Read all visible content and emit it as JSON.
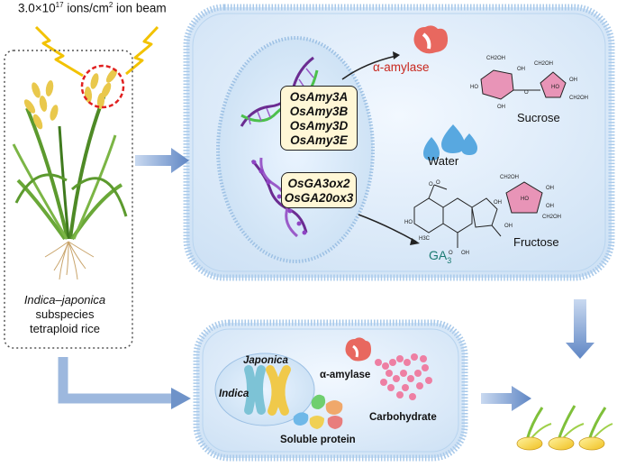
{
  "ion_beam": {
    "prefix": "3.0×10",
    "exponent": "17",
    "middle": " ions/cm",
    "unit_exp": "2",
    "suffix": " ion beam"
  },
  "rice": {
    "label_italic": "Indica–japonica",
    "label_line2": "subspecies",
    "label_line3": "tetraploid rice"
  },
  "genes_amylase": [
    "OsAmy3A",
    "OsAmy3B",
    "OsAmy3D",
    "OsAmy3E"
  ],
  "genes_ga": [
    "OsGA3ox2",
    "OsGA20ox3"
  ],
  "labels": {
    "alpha_amylase_top": "α-amylase",
    "sucrose": "Sucrose",
    "water": "Water",
    "fructose": "Fructose",
    "ga3_base": "GA",
    "ga3_sub": "3",
    "japonica": "Japonica",
    "indica": "Indica",
    "alpha_amylase_bottom": "α-amylase",
    "carbohydrate": "Carbohydrate",
    "soluble_protein": "Soluble protein"
  },
  "chem_labels": [
    "CH2OH",
    "OH",
    "HO",
    "O",
    "CH2OH",
    "OH",
    "HO",
    "CH2OH",
    "OH",
    "O",
    "HO",
    "CH2OH",
    "OH",
    "HO",
    "OH",
    "CH2OH",
    "HO",
    "OH",
    "OH",
    "OH",
    "O",
    "O",
    "H3C"
  ],
  "colors": {
    "cell_fill": "#dceaf7",
    "membrane": "#9fc3e6",
    "arrow": "#6f93c9",
    "amylase": "#e8685f",
    "sugar_ring": "#e894b7",
    "water": "#58a8e0",
    "ga3": "#1a7a72",
    "highlight_circle": "#e02020",
    "beam": "#f2c200"
  }
}
